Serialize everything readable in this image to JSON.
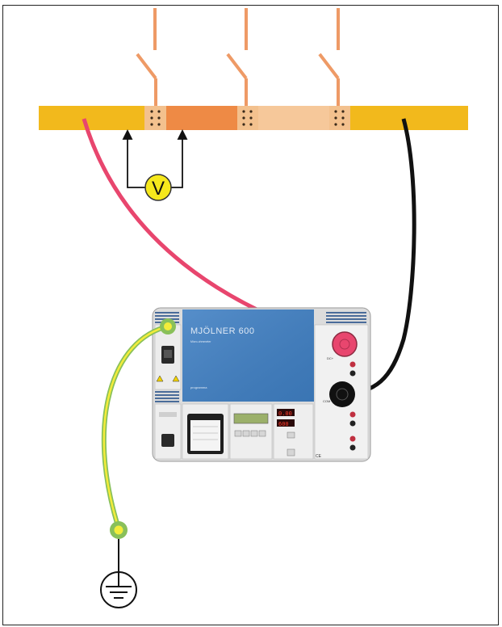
{
  "device": {
    "brand": "MJÖLNER 600",
    "subtitle": "Micro-ohmmeter",
    "maker_logo": "programma",
    "dc_plus_label": "DC+",
    "com_label": "COM",
    "display_top": "0.00",
    "display_bottom": "600",
    "ce_mark": "CE"
  },
  "meter": {
    "symbol": "V"
  },
  "colors": {
    "busbar": "#f2b91c",
    "section_dark": "#ee8a45",
    "section_light": "#f6c89a",
    "switch_lines": "#ee9a66",
    "red_lead": "#e8466e",
    "black_lead": "#111111",
    "ground_lead_outer": "#89c05a",
    "ground_lead_inner": "#f3ec3a",
    "device_blue": "#3f7fc3",
    "voltmeter": "#f6e81c"
  },
  "icons": [
    "ground-symbol-icon",
    "power-inlet-icon",
    "printer-icon",
    "warning-icon"
  ]
}
